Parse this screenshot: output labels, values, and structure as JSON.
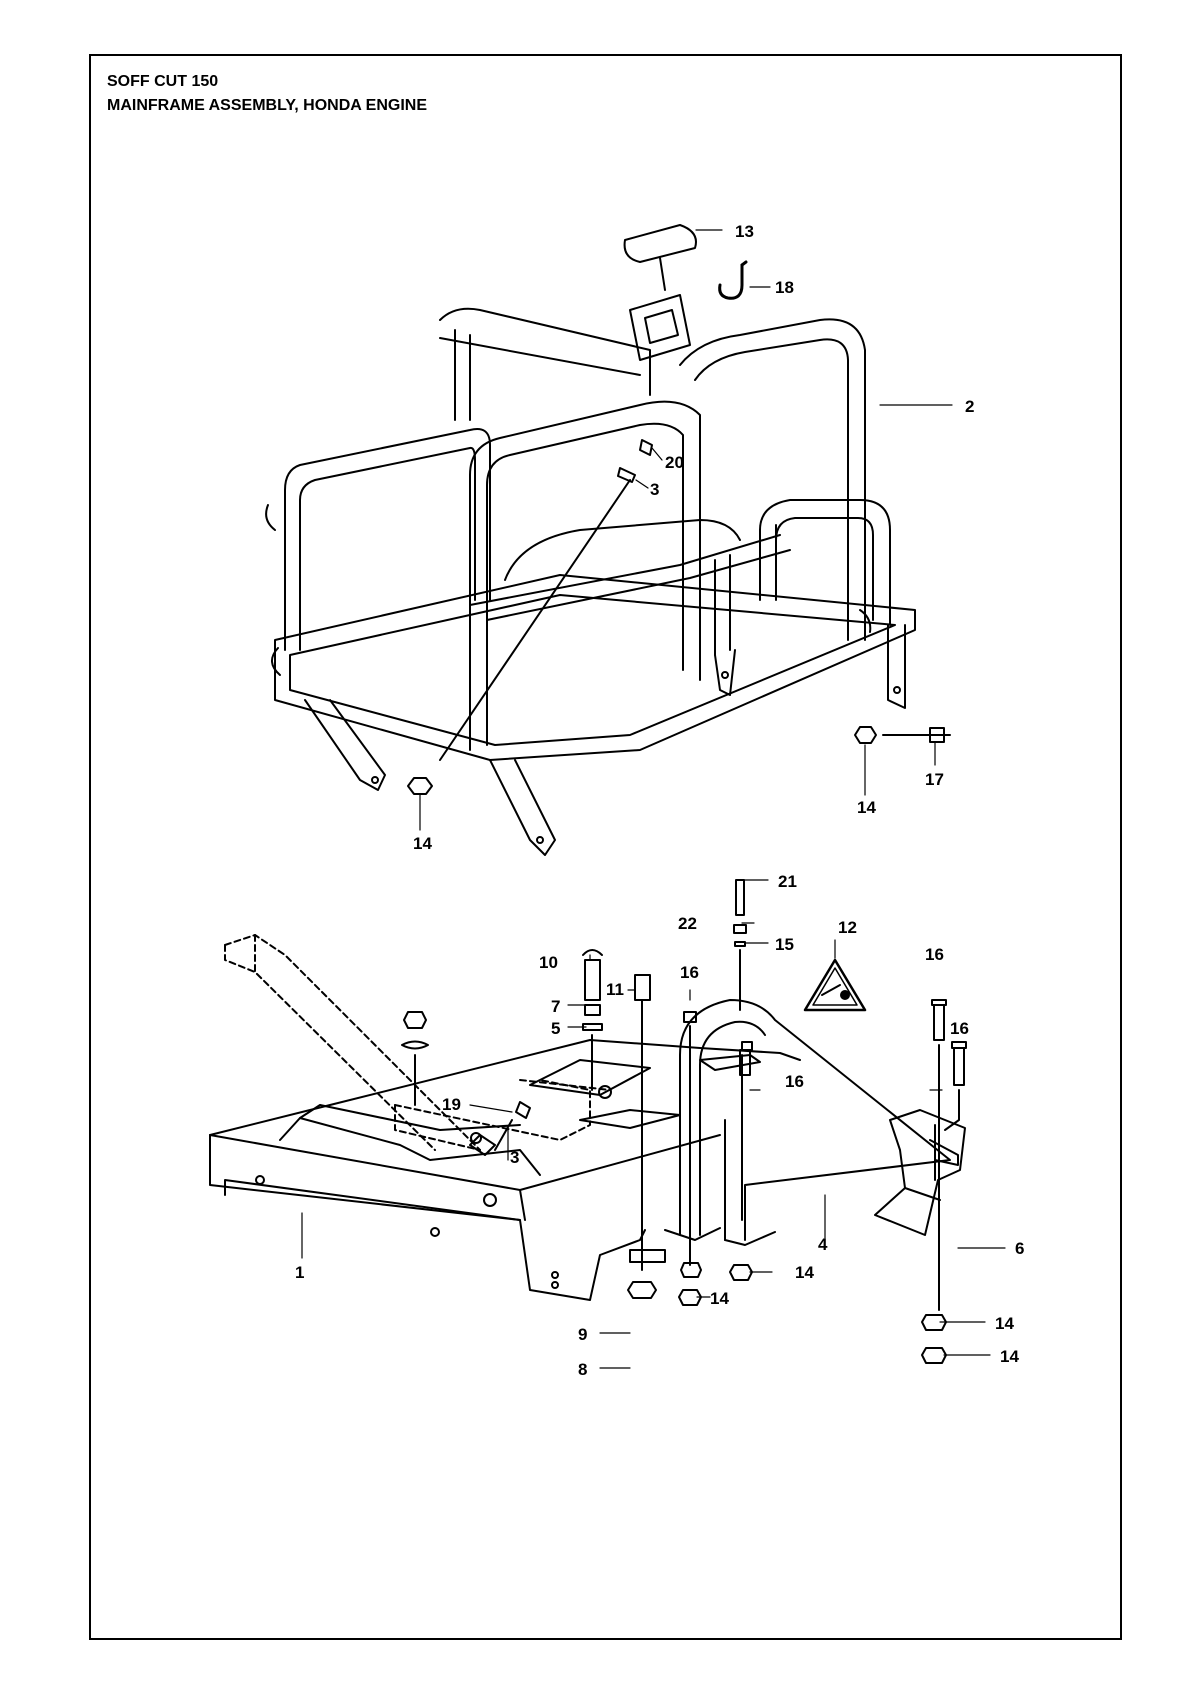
{
  "header": {
    "model": "SOFF CUT 150",
    "title": "MAINFRAME ASSEMBLY, HONDA ENGINE"
  },
  "callouts": {
    "c1": "1",
    "c2": "2",
    "c3a": "3",
    "c3b": "3",
    "c4": "4",
    "c5": "5",
    "c6": "6",
    "c7": "7",
    "c8": "8",
    "c9": "9",
    "c10": "10",
    "c11": "11",
    "c12": "12",
    "c13": "13",
    "c14a": "14",
    "c14b": "14",
    "c14c": "14",
    "c14d": "14",
    "c14e": "14",
    "c14f": "14",
    "c15": "15",
    "c16a": "16",
    "c16b": "16",
    "c16c": "16",
    "c17": "17",
    "c18": "18",
    "c19": "19",
    "c20": "20",
    "c21": "21",
    "c22": "22"
  },
  "colors": {
    "line": "#000000",
    "background": "#ffffff"
  }
}
